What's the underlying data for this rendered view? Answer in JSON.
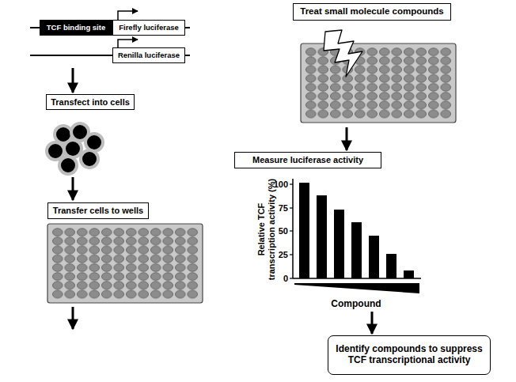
{
  "diagram": {
    "nodes": [
      {
        "text": [
          "TCF binding site"
        ]
      },
      {
        "text": [
          "Firefly luciferase"
        ]
      },
      {
        "text": [
          "Renilla luciferase"
        ]
      },
      {
        "text": [
          "Transfect into cells"
        ]
      },
      {
        "text": [
          "Transfer cells to wells"
        ]
      },
      {
        "text": [
          "Treat small molecule compounds"
        ]
      },
      {
        "text": [
          "Measure luciferase activity"
        ]
      },
      {
        "text": [
          "Identify compounds to suppress TCF transcriptional activity"
        ]
      }
    ],
    "labels": [
      "Relative TCF transcription activity (%)",
      "100",
      "75",
      "50",
      "25",
      "0",
      "Compound"
    ]
  }
}
